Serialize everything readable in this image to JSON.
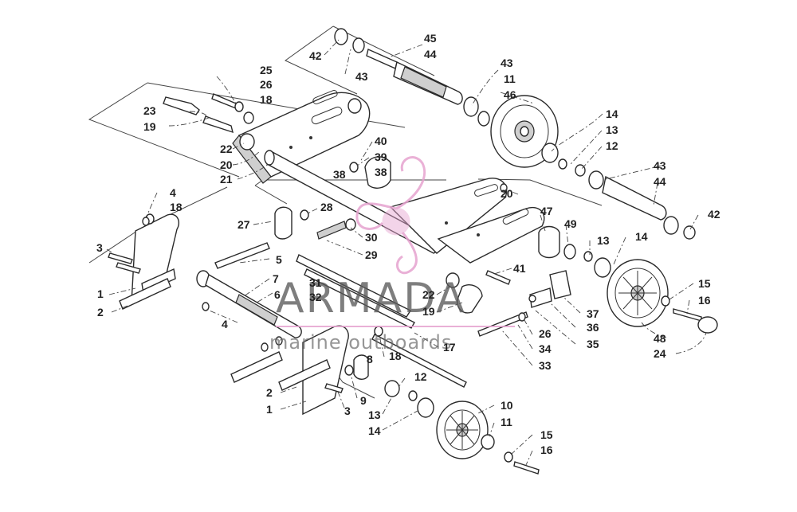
{
  "watermark": {
    "brand": "ARMADA",
    "tagline": "marine outboards",
    "color": "#e6a3cf"
  },
  "labels": [
    {
      "id": "l-42a",
      "text": "42"
    },
    {
      "id": "l-43a",
      "text": "43"
    },
    {
      "id": "l-45",
      "text": "45"
    },
    {
      "id": "l-44a",
      "text": "44"
    },
    {
      "id": "l-43b",
      "text": "43"
    },
    {
      "id": "l-11a",
      "text": "11"
    },
    {
      "id": "l-46",
      "text": "46"
    },
    {
      "id": "l-25",
      "text": "25"
    },
    {
      "id": "l-26a",
      "text": "26"
    },
    {
      "id": "l-18a",
      "text": "18"
    },
    {
      "id": "l-23",
      "text": "23"
    },
    {
      "id": "l-19a",
      "text": "19"
    },
    {
      "id": "l-14a",
      "text": "14"
    },
    {
      "id": "l-13a",
      "text": "13"
    },
    {
      "id": "l-12a",
      "text": "12"
    },
    {
      "id": "l-22a",
      "text": "22"
    },
    {
      "id": "l-20a",
      "text": "20"
    },
    {
      "id": "l-21",
      "text": "21"
    },
    {
      "id": "l-40",
      "text": "40"
    },
    {
      "id": "l-39",
      "text": "39"
    },
    {
      "id": "l-38a",
      "text": "38"
    },
    {
      "id": "l-38b",
      "text": "38"
    },
    {
      "id": "l-43c",
      "text": "43"
    },
    {
      "id": "l-44b",
      "text": "44"
    },
    {
      "id": "l-4a",
      "text": "4"
    },
    {
      "id": "l-18b",
      "text": "18"
    },
    {
      "id": "l-20b",
      "text": "20"
    },
    {
      "id": "l-47",
      "text": "47"
    },
    {
      "id": "l-49",
      "text": "49"
    },
    {
      "id": "l-42b",
      "text": "42"
    },
    {
      "id": "l-27",
      "text": "27"
    },
    {
      "id": "l-28",
      "text": "28"
    },
    {
      "id": "l-30",
      "text": "30"
    },
    {
      "id": "l-29",
      "text": "29"
    },
    {
      "id": "l-3a",
      "text": "3"
    },
    {
      "id": "l-5",
      "text": "5"
    },
    {
      "id": "l-13b",
      "text": "13"
    },
    {
      "id": "l-14b",
      "text": "14"
    },
    {
      "id": "l-41",
      "text": "41"
    },
    {
      "id": "l-1a",
      "text": "1"
    },
    {
      "id": "l-2a",
      "text": "2"
    },
    {
      "id": "l-7",
      "text": "7"
    },
    {
      "id": "l-6",
      "text": "6"
    },
    {
      "id": "l-31",
      "text": "31"
    },
    {
      "id": "l-32",
      "text": "32"
    },
    {
      "id": "l-22b",
      "text": "22"
    },
    {
      "id": "l-19b",
      "text": "19"
    },
    {
      "id": "l-15a",
      "text": "15"
    },
    {
      "id": "l-16a",
      "text": "16"
    },
    {
      "id": "l-37",
      "text": "37"
    },
    {
      "id": "l-36",
      "text": "36"
    },
    {
      "id": "l-35",
      "text": "35"
    },
    {
      "id": "l-4b",
      "text": "4"
    },
    {
      "id": "l-26b",
      "text": "26"
    },
    {
      "id": "l-34",
      "text": "34"
    },
    {
      "id": "l-33",
      "text": "33"
    },
    {
      "id": "l-48",
      "text": "48"
    },
    {
      "id": "l-24",
      "text": "24"
    },
    {
      "id": "l-17",
      "text": "17"
    },
    {
      "id": "l-18c",
      "text": "18"
    },
    {
      "id": "l-8",
      "text": "8"
    },
    {
      "id": "l-12b",
      "text": "12"
    },
    {
      "id": "l-2b",
      "text": "2"
    },
    {
      "id": "l-9",
      "text": "9"
    },
    {
      "id": "l-1b",
      "text": "1"
    },
    {
      "id": "l-3b",
      "text": "3"
    },
    {
      "id": "l-13c",
      "text": "13"
    },
    {
      "id": "l-14c",
      "text": "14"
    },
    {
      "id": "l-10",
      "text": "10"
    },
    {
      "id": "l-11b",
      "text": "11"
    },
    {
      "id": "l-15b",
      "text": "15"
    },
    {
      "id": "l-16b",
      "text": "16"
    }
  ]
}
